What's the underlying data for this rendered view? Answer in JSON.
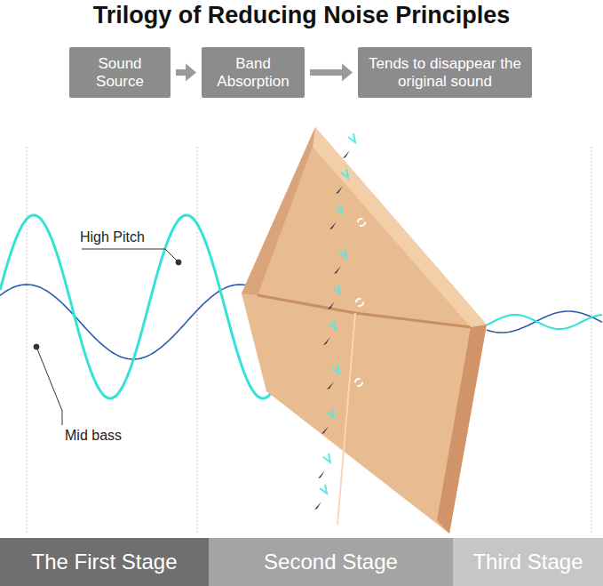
{
  "diagram": {
    "title": "Trilogy of Reducing Noise Principles",
    "nodes": [
      {
        "text": [
          "Sound Source"
        ]
      },
      {
        "text": [
          "Band Absorption"
        ]
      },
      {
        "text": [
          "Tends to disappear the original sound"
        ]
      },
      {
        "text": [
          "The First Stage"
        ]
      },
      {
        "text": [
          "Second Stage"
        ]
      },
      {
        "text": [
          "Third Stage"
        ]
      }
    ],
    "edges": [
      {
        "from": 0,
        "to": 1,
        "arrow": "to"
      },
      {
        "from": 1,
        "to": 2,
        "arrow": "to"
      }
    ],
    "labels": [
      "High Pitch",
      "Mid bass"
    ]
  }
}
